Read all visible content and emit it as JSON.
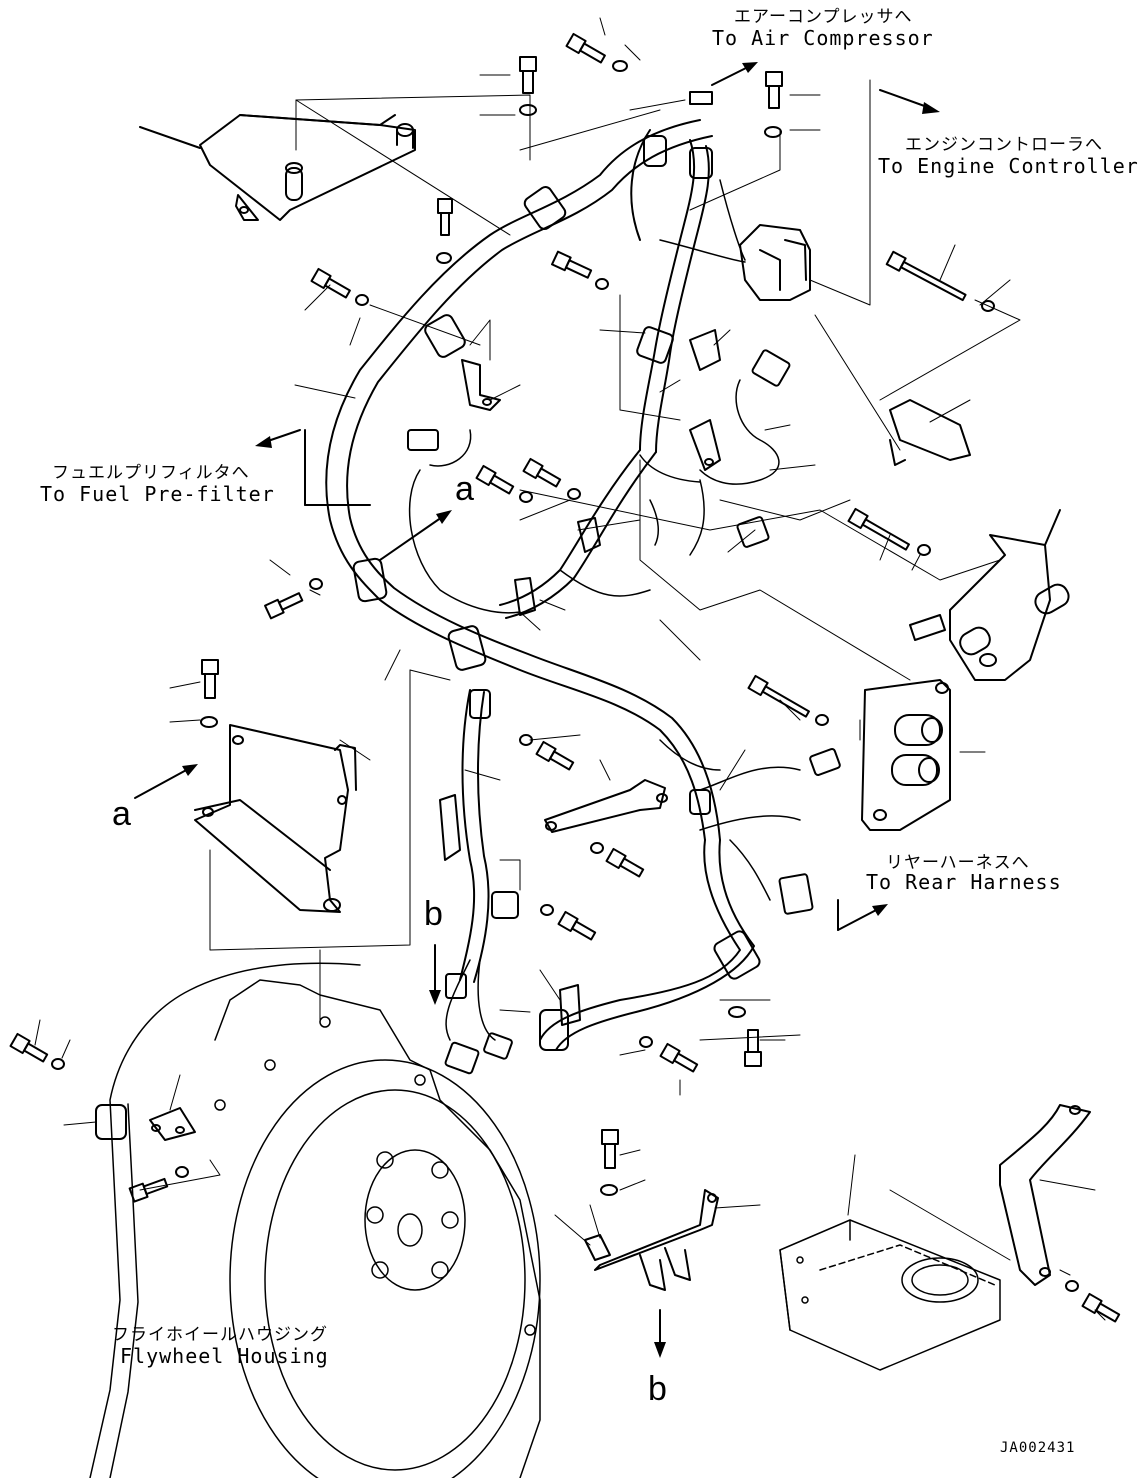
{
  "labels": {
    "air_compressor_jp": "エアーコンプレッサへ",
    "air_compressor_en": "To Air Compressor",
    "engine_controller_jp": "エンジンコントローラへ",
    "engine_controller_en": "To Engine Controller",
    "fuel_prefilter_jp": "フュエルプリフィルタへ",
    "fuel_prefilter_en": "To Fuel Pre-filter",
    "rear_harness_jp": "リヤーハーネスへ",
    "rear_harness_en": "To Rear Harness",
    "flywheel_jp": "フライホイールハウジング",
    "flywheel_en": "Flywheel Housing"
  },
  "refs": {
    "a_top": "a",
    "a_left": "a",
    "b_mid": "b",
    "b_bottom": "b"
  },
  "drawing_code": "JA002431",
  "colors": {
    "line": "#000000",
    "background": "#ffffff"
  }
}
